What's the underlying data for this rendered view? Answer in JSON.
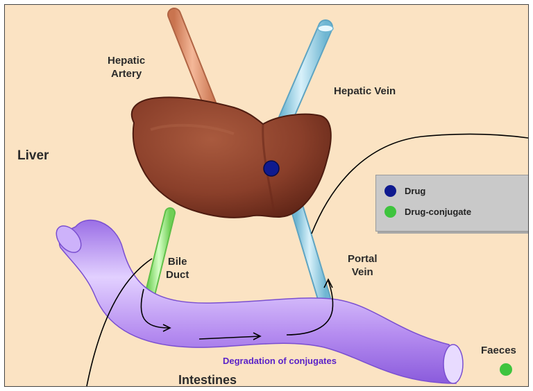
{
  "labels": {
    "hepatic_artery": "Hepatic\nArtery",
    "hepatic_vein": "Hepatic Vein",
    "liver": "Liver",
    "bile_duct": "Bile\nDuct",
    "portal_vein": "Portal\nVein",
    "faeces": "Faeces",
    "degradation": "Degradation of conjugates",
    "intestines": "Intestines"
  },
  "legend": {
    "drug": "Drug",
    "drug_conjugate": "Drug-conjugate"
  },
  "colors": {
    "background": "#fbe3c3",
    "liver": "#8f3f2a",
    "hepatic_artery": "#e8a07e",
    "hepatic_vein": "#9fd3e6",
    "portal_vein": "#a9d9ea",
    "bile_duct": "#a6ec8c",
    "intestine": "#b98ff0",
    "drug_dot": "#0f1a8f",
    "conjugate_dot": "#3ec43e",
    "degradation_text": "#5a22c8"
  }
}
